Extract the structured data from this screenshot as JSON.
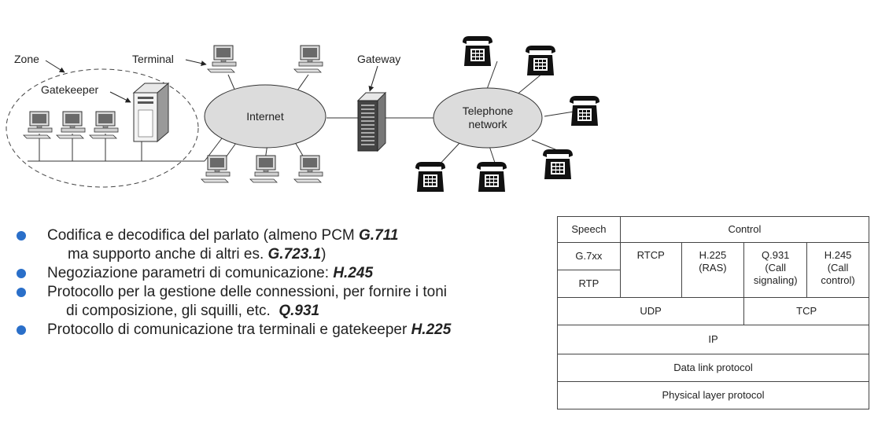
{
  "diagram": {
    "labels": {
      "zone": "Zone",
      "terminal": "Terminal",
      "gateway": "Gateway",
      "gatekeeper": "Gatekeeper",
      "internet": "Internet",
      "telephone_line1": "Telephone",
      "telephone_line2": "network"
    }
  },
  "bullets": [
    {
      "line1_pre": "Codifica e decodifica del parlato (almeno PCM ",
      "line1_bold": "G.711",
      "line2_pre": "ma supporto anche di altri es. ",
      "line2_bold": "G.723.1",
      "line2_post": ")"
    },
    {
      "pre": "Negoziazione parametri di comunicazione: ",
      "bold": "H.245"
    },
    {
      "line1": "Protocollo per la gestione delle connessioni, per fornire i toni",
      "line2_pre": "di composizione, gli squilli, etc.  ",
      "line2_bold": "Q.931"
    },
    {
      "pre": "Protocollo di comunicazione tra terminali e gatekeeper ",
      "bold": "H.225"
    }
  ],
  "stack": {
    "speech": "Speech",
    "control": "Control",
    "g7xx": "G.7xx",
    "rtp": "RTP",
    "rtcp": "RTCP",
    "h225_l1": "H.225",
    "h225_l2": "(RAS)",
    "q931_l1": "Q.931",
    "q931_l2": "(Call",
    "q931_l3": "signaling)",
    "h245_l1": "H.245",
    "h245_l2": "(Call",
    "h245_l3": "control)",
    "udp": "UDP",
    "tcp": "TCP",
    "ip": "IP",
    "datalink": "Data link protocol",
    "physical": "Physical layer protocol"
  }
}
